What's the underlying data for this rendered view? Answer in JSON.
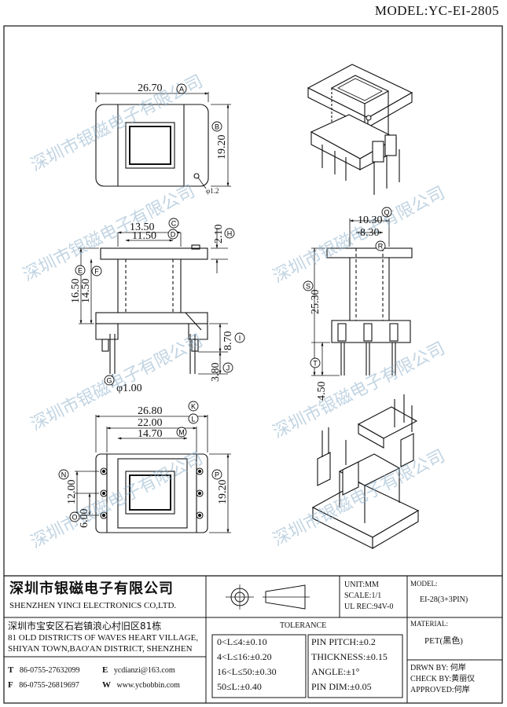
{
  "model_title": "MODEL:YC-EI-2805",
  "watermark": "深圳市银磁电子有限公司",
  "dims": {
    "A": "26.70",
    "B": "19.20",
    "phi12": "φ1.2",
    "C": "13.50",
    "D": "11.50",
    "H": "2.10",
    "E": "16.50",
    "F": "14.50",
    "I": "8.70",
    "J": "3.80",
    "G": "φ1.00",
    "Q": "10.30",
    "R": "8.30",
    "S": "25.30",
    "T": "4.50",
    "K": "26.80",
    "L": "22.00",
    "M": "14.70",
    "N": "12.00",
    "O": "6.00",
    "P": "19.20"
  },
  "markers": [
    "A",
    "B",
    "C",
    "D",
    "E",
    "F",
    "G",
    "H",
    "I",
    "J",
    "K",
    "L",
    "M",
    "N",
    "O",
    "P",
    "Q",
    "R",
    "S",
    "T"
  ],
  "company": {
    "name_cn": "深圳市银磁电子有限公司",
    "name_en": "SHENZHEN YINCI ELECTRONICS CO,LTD.",
    "addr_cn": "深圳市宝安区石岩镇浪心村旧区81栋",
    "addr_en1": "81 OLD DISTRICTS OF WAVES HEART VILLAGE,",
    "addr_en2": "SHIYAN TOWN,BAO'AN DISTRICT, SHENZHEN",
    "tel_label": "T",
    "tel": "86-0755-27632099",
    "email_label": "E",
    "email": "ycdianzi@163.com",
    "fax_label": "F",
    "fax": "86-0755-26819697",
    "web_label": "W",
    "web": "www.ycbobbin.com"
  },
  "specs": {
    "unit": "UNIT:MM",
    "scale": "SCALE:1/1",
    "ul": "UL REC:94V-0",
    "tolerance_title": "TOLERANCE",
    "tol": [
      "0<L≤4:±0.10",
      "4<L≤16:±0.20",
      "16<L≤50:±0.30",
      "50≤L:±0.40"
    ],
    "pin_pitch": "PIN PITCH:±0.2",
    "thickness": "THICKNESS:±0.15",
    "angle": "ANGLE:±1°",
    "pin_dim": "PIN DIM:±0.05"
  },
  "right_info": {
    "model_label": "MODEL:",
    "model_value": "EI-28(3+3PIN)",
    "material_label": "MATERIAL:",
    "material_value": "PET(黑色)",
    "drawn_by": "DRWN BY: 何岸",
    "check_by": "CHECK BY:黄丽仪",
    "approved": "APPROVED:何岸"
  }
}
